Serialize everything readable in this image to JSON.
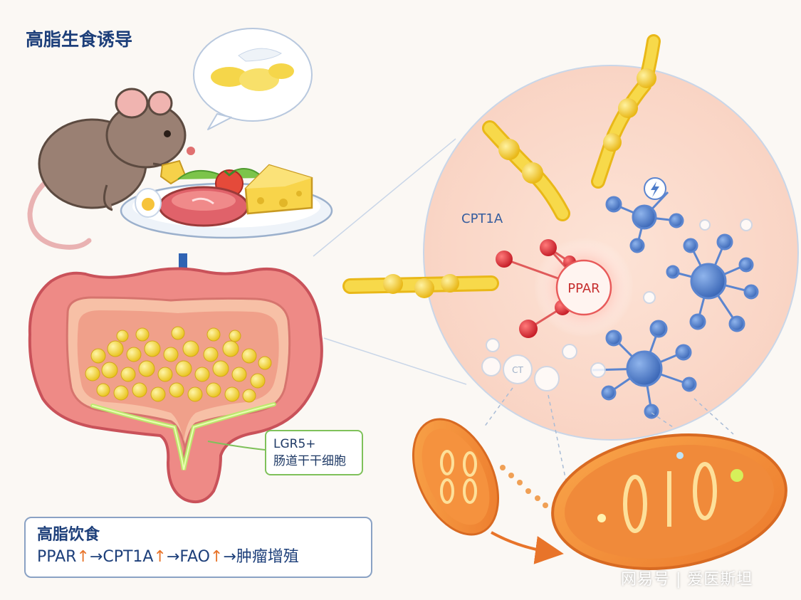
{
  "title": "高脂生食诱导",
  "cell_labels": {
    "cpt1a": "CPT1A",
    "ppar": "PPAR",
    "faded": "CT"
  },
  "lgr5_box": {
    "line1": "LGR5+",
    "line2": "肠道干干细胞"
  },
  "summary": {
    "title": "高脂饮食",
    "chain": [
      {
        "text": "PPAR",
        "arrow": "↑"
      },
      {
        "text": "CPT1A",
        "arrow": "↑"
      },
      {
        "text": "FAO",
        "arrow": "↑"
      },
      {
        "text": "肿瘤增殖",
        "arrow": ""
      }
    ],
    "separator": "→"
  },
  "watermark": "网易号 | 爱医斯坦",
  "colors": {
    "title_blue": "#1d3f7a",
    "up_arrow_orange": "#e8742a",
    "lgr_green": "#7fc15a",
    "fat_yellow": "#f2cc3a",
    "node_blue": "#4d7cc9",
    "node_red": "#d9323a",
    "mito_orange": "#f08a3a"
  },
  "icons": [
    "mouse-icon",
    "cheese-icon",
    "steak-icon",
    "tomato-icon",
    "down-arrow-icon",
    "intestine-icon",
    "mitochondrion-icon",
    "lightning-icon"
  ]
}
